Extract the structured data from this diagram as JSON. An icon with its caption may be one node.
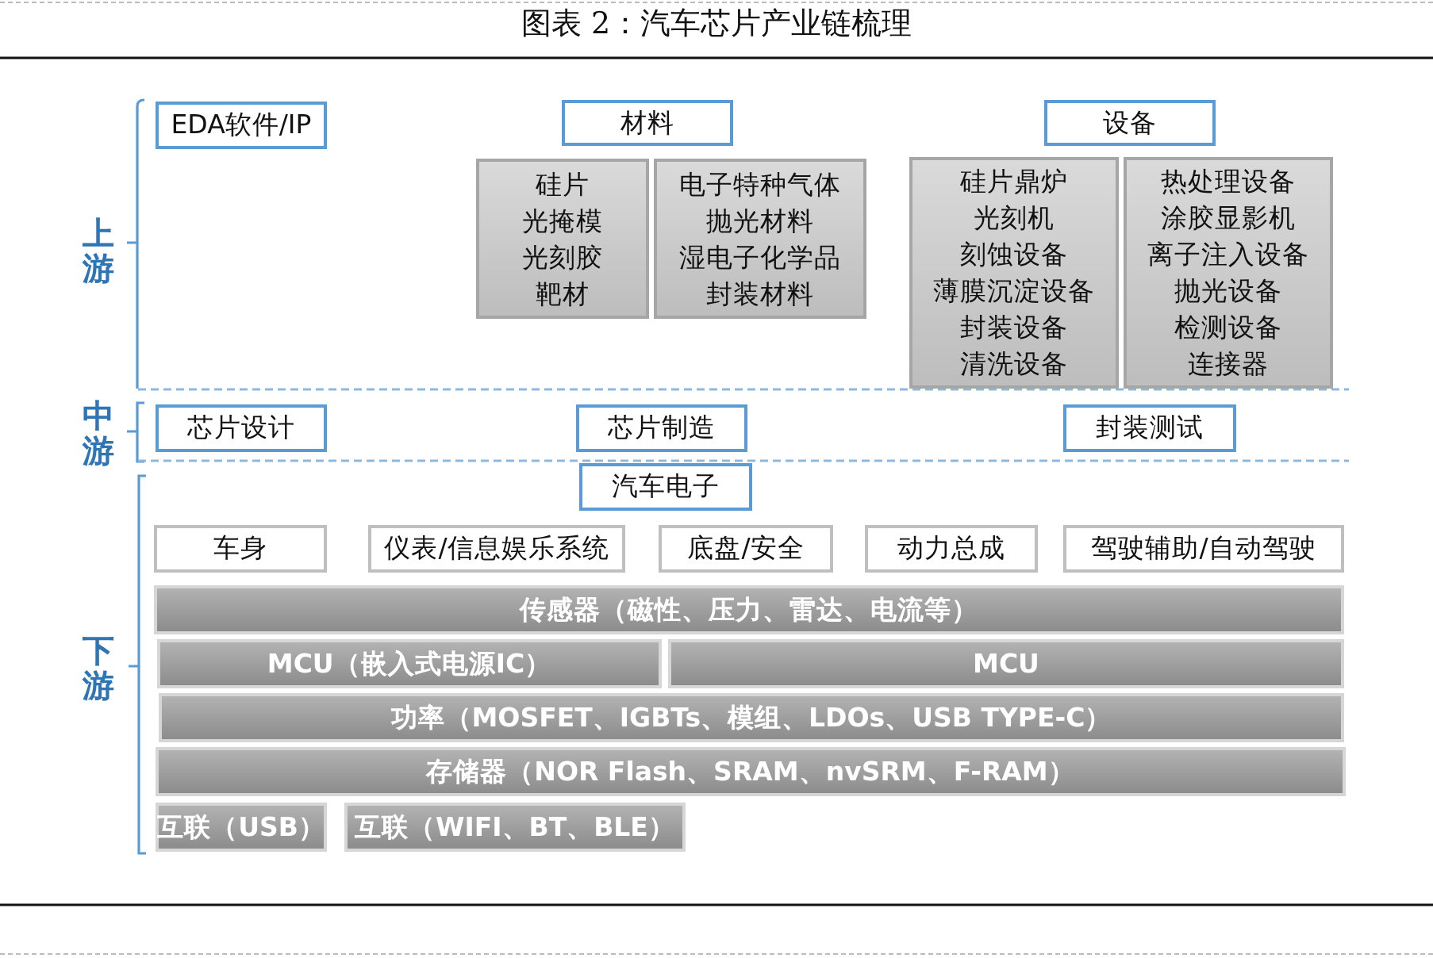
{
  "diagram": {
    "title": "图表 2：汽车芯片产业链梳理",
    "nodes": [
      {
        "text": [
          "EDA软件/IP"
        ]
      },
      {
        "text": [
          "材料"
        ]
      },
      {
        "text": [
          "设备"
        ]
      },
      {
        "text": [
          "硅片",
          "光掩模",
          "光刻胶",
          "靶材"
        ]
      },
      {
        "text": [
          "电子特种气体",
          "抛光材料",
          "湿电子化学品",
          "封装材料"
        ]
      },
      {
        "text": [
          "硅片鼎炉",
          "光刻机",
          "刻蚀设备",
          "薄膜沉淀设备",
          "封装设备",
          "清洗设备"
        ]
      },
      {
        "text": [
          "热处理设备",
          "涂胶显影机",
          "离子注入设备",
          "抛光设备",
          "检测设备",
          "连接器"
        ]
      },
      {
        "text": [
          "芯片设计"
        ]
      },
      {
        "text": [
          "芯片制造"
        ]
      },
      {
        "text": [
          "封装测试"
        ]
      },
      {
        "text": [
          "汽车电子"
        ]
      },
      {
        "text": [
          "车身"
        ]
      },
      {
        "text": [
          "仪表/信息娱乐系统"
        ]
      },
      {
        "text": [
          "底盘/安全"
        ]
      },
      {
        "text": [
          "动力总成"
        ]
      },
      {
        "text": [
          "驾驶辅助/自动驾驶"
        ]
      },
      {
        "text": [
          "传感器（磁性、压力、雷达、电流等）"
        ]
      },
      {
        "text": [
          "MCU（嵌入式电源IC）"
        ]
      },
      {
        "text": [
          "MCU"
        ]
      },
      {
        "text": [
          "功率（MOSFET、IGBTs、模组、LDOs、USB TYPE-C）"
        ]
      },
      {
        "text": [
          "存储器（NOR Flash、SRAM、nvSRM、F-RAM）"
        ]
      },
      {
        "text": [
          "互联（USB）"
        ]
      },
      {
        "text": [
          "互联（WIFI、BT、BLE）"
        ]
      }
    ],
    "labels": [
      "上游",
      "中游",
      "下游"
    ]
  }
}
